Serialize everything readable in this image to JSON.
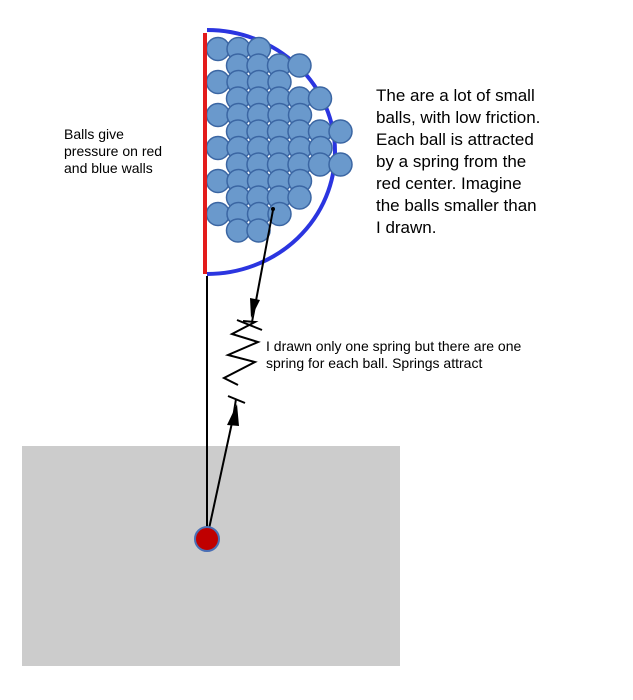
{
  "colors": {
    "background": "#ffffff",
    "ball_fill": "#6a99cc",
    "ball_stroke": "#3b66a3",
    "red_wall": "#e31b1b",
    "blue_wall": "#2b35e0",
    "center_fill": "#c00000",
    "center_stroke": "#4a6fb5",
    "ground": "#cccccc",
    "line": "#000000"
  },
  "icons": {
    "ball": "circle",
    "center": "filled-circle",
    "spring": "zigzag-spring",
    "arrow": "arrowhead"
  },
  "labels": {
    "pressure_note": [
      "Balls give",
      "pressure on red",
      "and blue walls"
    ],
    "description": [
      "The are a lot of small",
      "balls, with low friction.",
      "Each ball is attracted",
      "by a spring from the",
      "red center. Imagine",
      "the balls smaller than",
      "I drawn."
    ],
    "spring_note": [
      "I drawn only one spring but there are one",
      "spring for each ball. Springs attract"
    ]
  },
  "ball_rows": [
    {
      "count": 3
    },
    {
      "count": 4
    },
    {
      "count": 4
    },
    {
      "count": 5
    },
    {
      "count": 5
    },
    {
      "count": 6
    },
    {
      "count": 6
    },
    {
      "count": 6
    },
    {
      "count": 5
    },
    {
      "count": 4
    },
    {
      "count": 4
    },
    {
      "count": 2
    }
  ]
}
